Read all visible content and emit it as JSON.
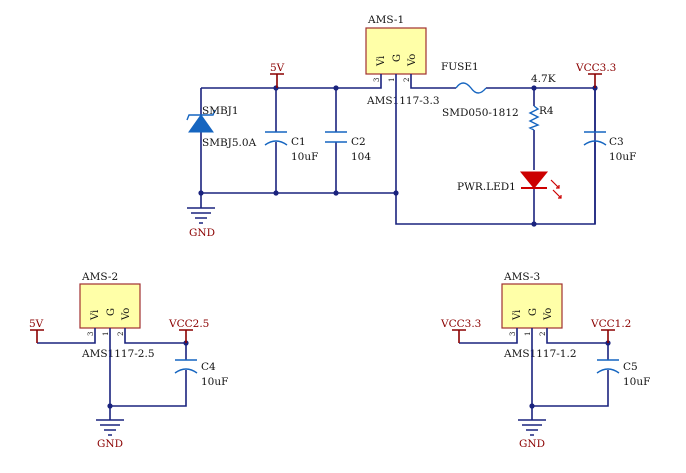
{
  "top": {
    "regulator": {
      "designator": "AMS-1",
      "part": "AMS1117-3.3",
      "pins": [
        "Vi",
        "G",
        "Vo"
      ],
      "pin_numbers": [
        "3",
        "1",
        "2"
      ]
    },
    "tvs": {
      "designator": "SMBJ1",
      "part": "SMBJ5.0A"
    },
    "c1": {
      "designator": "C1",
      "value": "10uF"
    },
    "c2": {
      "designator": "C2",
      "value": "104"
    },
    "fuse": {
      "designator": "FUSE1",
      "part": "SMD050-1812"
    },
    "r4": {
      "designator": "R4",
      "value": "4.7K"
    },
    "led": {
      "designator": "PWR.LED1"
    },
    "c3": {
      "designator": "C3",
      "value": "10uF"
    },
    "net_in": "5V",
    "net_out": "VCC3.3",
    "gnd": "GND"
  },
  "left": {
    "regulator": {
      "designator": "AMS-2",
      "part": "AMS1117-2.5",
      "pins": [
        "Vi",
        "G",
        "Vo"
      ],
      "pin_numbers": [
        "3",
        "1",
        "2"
      ]
    },
    "c4": {
      "designator": "C4",
      "value": "10uF"
    },
    "net_in": "5V",
    "net_out": "VCC2.5",
    "gnd": "GND"
  },
  "right": {
    "regulator": {
      "designator": "AMS-3",
      "part": "AMS1117-1.2",
      "pins": [
        "Vi",
        "G",
        "Vo"
      ],
      "pin_numbers": [
        "3",
        "1",
        "2"
      ]
    },
    "c5": {
      "designator": "C5",
      "value": "10uF"
    },
    "net_in": "VCC3.3",
    "net_out": "VCC1.2",
    "gnd": "GND"
  },
  "colors": {
    "wire": "#1a237e",
    "power_port": "#8b0000",
    "component": "#1565c0",
    "led": "#cc0000",
    "chip_fill": "#ffffa8"
  }
}
